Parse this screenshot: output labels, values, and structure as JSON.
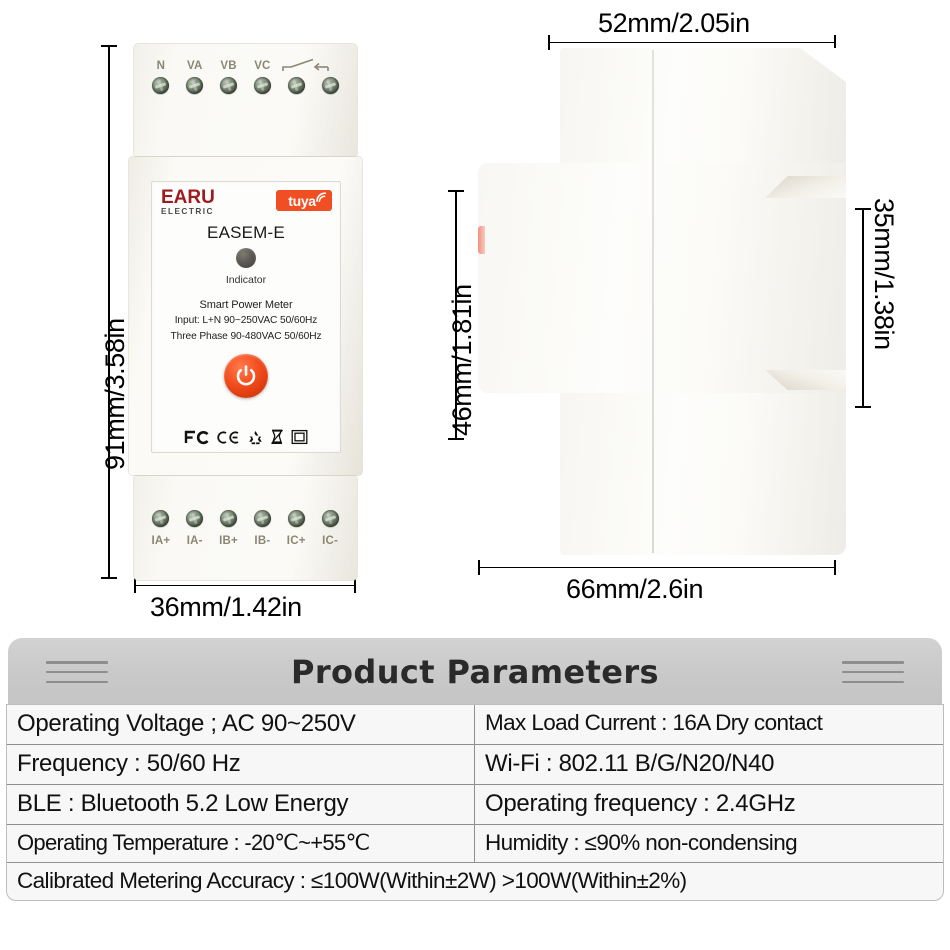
{
  "product": {
    "brand_name": "EARU",
    "brand_sub": "ELECTRIC",
    "platform_logo": "tuya",
    "model": "EASEM-E",
    "indicator_label": "Indicator",
    "description_line_1": "Smart Power Meter",
    "description_line_2": "Input: L+N 90~250VAC 50/60Hz",
    "description_line_3": "Three Phase 90-480VAC 50/60Hz",
    "certifications": [
      "fcc-icon",
      "ce-icon",
      "recycle-icon",
      "weee-bin-icon",
      "class-two-icon"
    ]
  },
  "terminals": {
    "top_labels": [
      "N",
      "VA",
      "VB",
      "VC",
      "",
      ""
    ],
    "top_symbol": "relay-contact-icon",
    "bottom_labels": [
      "IA+",
      "IA-",
      "IB+",
      "IB-",
      "IC+",
      "IC-"
    ]
  },
  "dimensions": {
    "front_height": "91mm/3.58in",
    "front_width": "36mm/1.42in",
    "side_top_width": "52mm/2.05in",
    "side_height": "46mm/1.81in",
    "side_notch_height": "35mm/1.38in",
    "side_bottom_width": "66mm/2.6in"
  },
  "parameters": {
    "title": "Product Parameters",
    "rows": [
      {
        "left": "Operating Voltage ; AC 90~250V",
        "right": "Max Load Current : 16A Dry contact"
      },
      {
        "left": "Frequency : 50/60 Hz",
        "right": "Wi-Fi : 802.11 B/G/N20/N40"
      },
      {
        "left": "BLE : Bluetooth 5.2 Low Energy",
        "right": "Operating frequency : 2.4GHz"
      },
      {
        "left": "Operating Temperature : -20℃~+55℃",
        "right": "Humidity : ≤90% non-condensing"
      }
    ],
    "full_row": "Calibrated Metering Accuracy : ≤100W(Within±2W)  >100W(Within±2%)"
  },
  "colors": {
    "brand_red": "#9d1b1f",
    "tuya_orange": "#f04e23",
    "power_button": "#f4501f",
    "header_gray": "#c9c9c9"
  }
}
